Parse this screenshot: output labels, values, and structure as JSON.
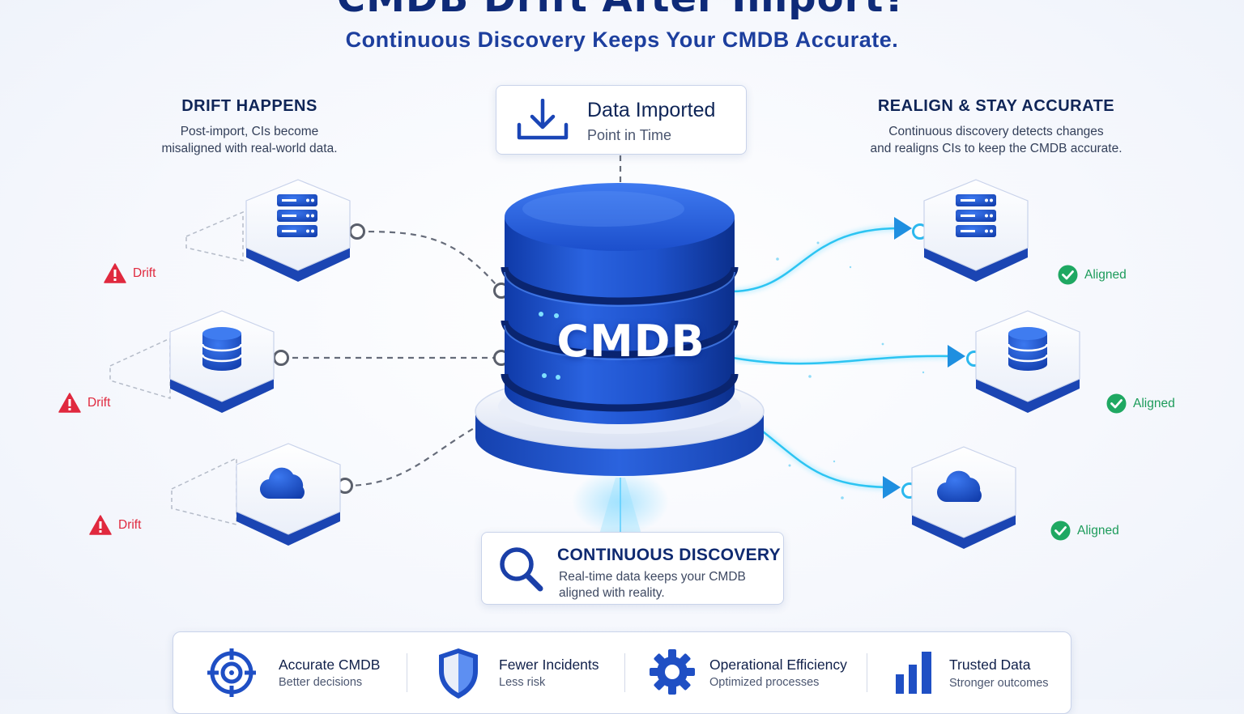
{
  "header": {
    "title": "CMDB Drift After Import?",
    "subtitle": "Continuous Discovery Keeps Your CMDB Accurate."
  },
  "left": {
    "heading": "DRIFT HAPPENS",
    "desc_line1": "Post-import, CIs become",
    "desc_line2": "misaligned with real-world data.",
    "nodes": [
      {
        "icon": "server-icon",
        "status": "Drift"
      },
      {
        "icon": "database-icon",
        "status": "Drift"
      },
      {
        "icon": "cloud-icon",
        "status": "Drift"
      }
    ]
  },
  "imported": {
    "title": "Data Imported",
    "subtitle": "Point in Time",
    "icon": "download-icon"
  },
  "center": {
    "label": "CMDB",
    "icon": "database-cylinder"
  },
  "right": {
    "heading": "REALIGN & STAY ACCURATE",
    "desc_line1": "Continuous discovery detects changes",
    "desc_line2": "and realigns CIs to keep the CMDB accurate.",
    "nodes": [
      {
        "icon": "server-icon",
        "status": "Aligned"
      },
      {
        "icon": "database-icon",
        "status": "Aligned"
      },
      {
        "icon": "cloud-icon",
        "status": "Aligned"
      }
    ]
  },
  "discovery": {
    "title": "CONTINUOUS DISCOVERY",
    "desc_line1": "Real-time data keeps your CMDB",
    "desc_line2": "aligned with reality.",
    "icon": "search-icon"
  },
  "benefits": [
    {
      "title": "Accurate CMDB",
      "sub": "Better decisions",
      "icon": "target-icon"
    },
    {
      "title": "Fewer Incidents",
      "sub": "Less risk",
      "icon": "shield-icon"
    },
    {
      "title": "Operational Efficiency",
      "sub": "Optimized processes",
      "icon": "gear-icon"
    },
    {
      "title": "Trusted Data",
      "sub": "Stronger outcomes",
      "icon": "bar-chart-icon"
    }
  ],
  "colors": {
    "primary": "#1f4fc4",
    "navy": "#0e2a78",
    "drift_red": "#e0293e",
    "aligned_green": "#1c9b5a",
    "flow_cyan": "#2cc4f2"
  }
}
